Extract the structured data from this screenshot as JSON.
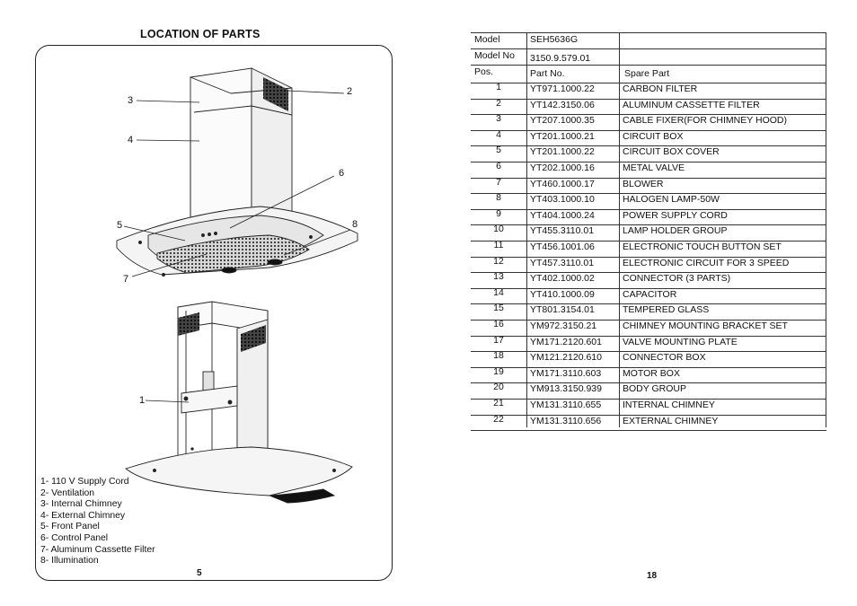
{
  "left_page": {
    "title": "LOCATION OF PARTS",
    "callouts": [
      "1",
      "2",
      "3",
      "4",
      "5",
      "6",
      "7",
      "8"
    ],
    "legend": [
      "1- 110 V Supply Cord",
      "2- Ventilation",
      "3- Internal Chimney",
      "4- External Chimney",
      "5- Front Panel",
      "6- Control Panel",
      "7- Aluminum Cassette Filter",
      "8- Illumination"
    ],
    "page_number": "5"
  },
  "right_page": {
    "header": [
      {
        "label": "Model",
        "value": "SEH5636G"
      },
      {
        "label": "Model No",
        "value": "3150.9.579.01"
      }
    ],
    "columns": [
      "Pos.",
      "Part No.",
      "Spare Part"
    ],
    "rows": [
      {
        "pos": "1",
        "part_no": "YT971.1000.22",
        "name": "CARBON FILTER"
      },
      {
        "pos": "2",
        "part_no": "YT142.3150.06",
        "name": "ALUMINUM CASSETTE FILTER"
      },
      {
        "pos": "3",
        "part_no": "YT207.1000.35",
        "name": "CABLE FIXER(FOR CHIMNEY HOOD)"
      },
      {
        "pos": "4",
        "part_no": "YT201.1000.21",
        "name": "CIRCUIT BOX"
      },
      {
        "pos": "5",
        "part_no": "YT201.1000.22",
        "name": "CIRCUIT BOX COVER"
      },
      {
        "pos": "6",
        "part_no": "YT202.1000.16",
        "name": "METAL VALVE"
      },
      {
        "pos": "7",
        "part_no": "YT460.1000.17",
        "name": "BLOWER"
      },
      {
        "pos": "8",
        "part_no": "YT403.1000.10",
        "name": "HALOGEN LAMP-50W"
      },
      {
        "pos": "9",
        "part_no": "YT404.1000.24",
        "name": "POWER SUPPLY CORD"
      },
      {
        "pos": "10",
        "part_no": "YT455.3110.01",
        "name": "LAMP HOLDER GROUP"
      },
      {
        "pos": "11",
        "part_no": "YT456.1001.06",
        "name": "ELECTRONIC TOUCH BUTTON SET"
      },
      {
        "pos": "12",
        "part_no": "YT457.3110.01",
        "name": "ELECTRONIC CIRCUIT FOR 3 SPEED"
      },
      {
        "pos": "13",
        "part_no": "YT402.1000.02",
        "name": "CONNECTOR (3 PARTS)"
      },
      {
        "pos": "14",
        "part_no": "YT410.1000.09",
        "name": "CAPACITOR"
      },
      {
        "pos": "15",
        "part_no": "YT801.3154.01",
        "name": "TEMPERED GLASS"
      },
      {
        "pos": "16",
        "part_no": "YM972.3150.21",
        "name": "CHIMNEY MOUNTING BRACKET SET"
      },
      {
        "pos": "17",
        "part_no": "YM171.2120.601",
        "name": "VALVE MOUNTING PLATE"
      },
      {
        "pos": "18",
        "part_no": "YM121.2120.610",
        "name": "CONNECTOR BOX"
      },
      {
        "pos": "19",
        "part_no": "YM171.3110.603",
        "name": "MOTOR BOX"
      },
      {
        "pos": "20",
        "part_no": "YM913.3150.939",
        "name": "BODY GROUP"
      },
      {
        "pos": "21",
        "part_no": "YM131.3110.655",
        "name": "INTERNAL CHIMNEY"
      },
      {
        "pos": "22",
        "part_no": "YM131.3110.656",
        "name": "EXTERNAL CHIMNEY"
      }
    ],
    "page_number": "18"
  }
}
